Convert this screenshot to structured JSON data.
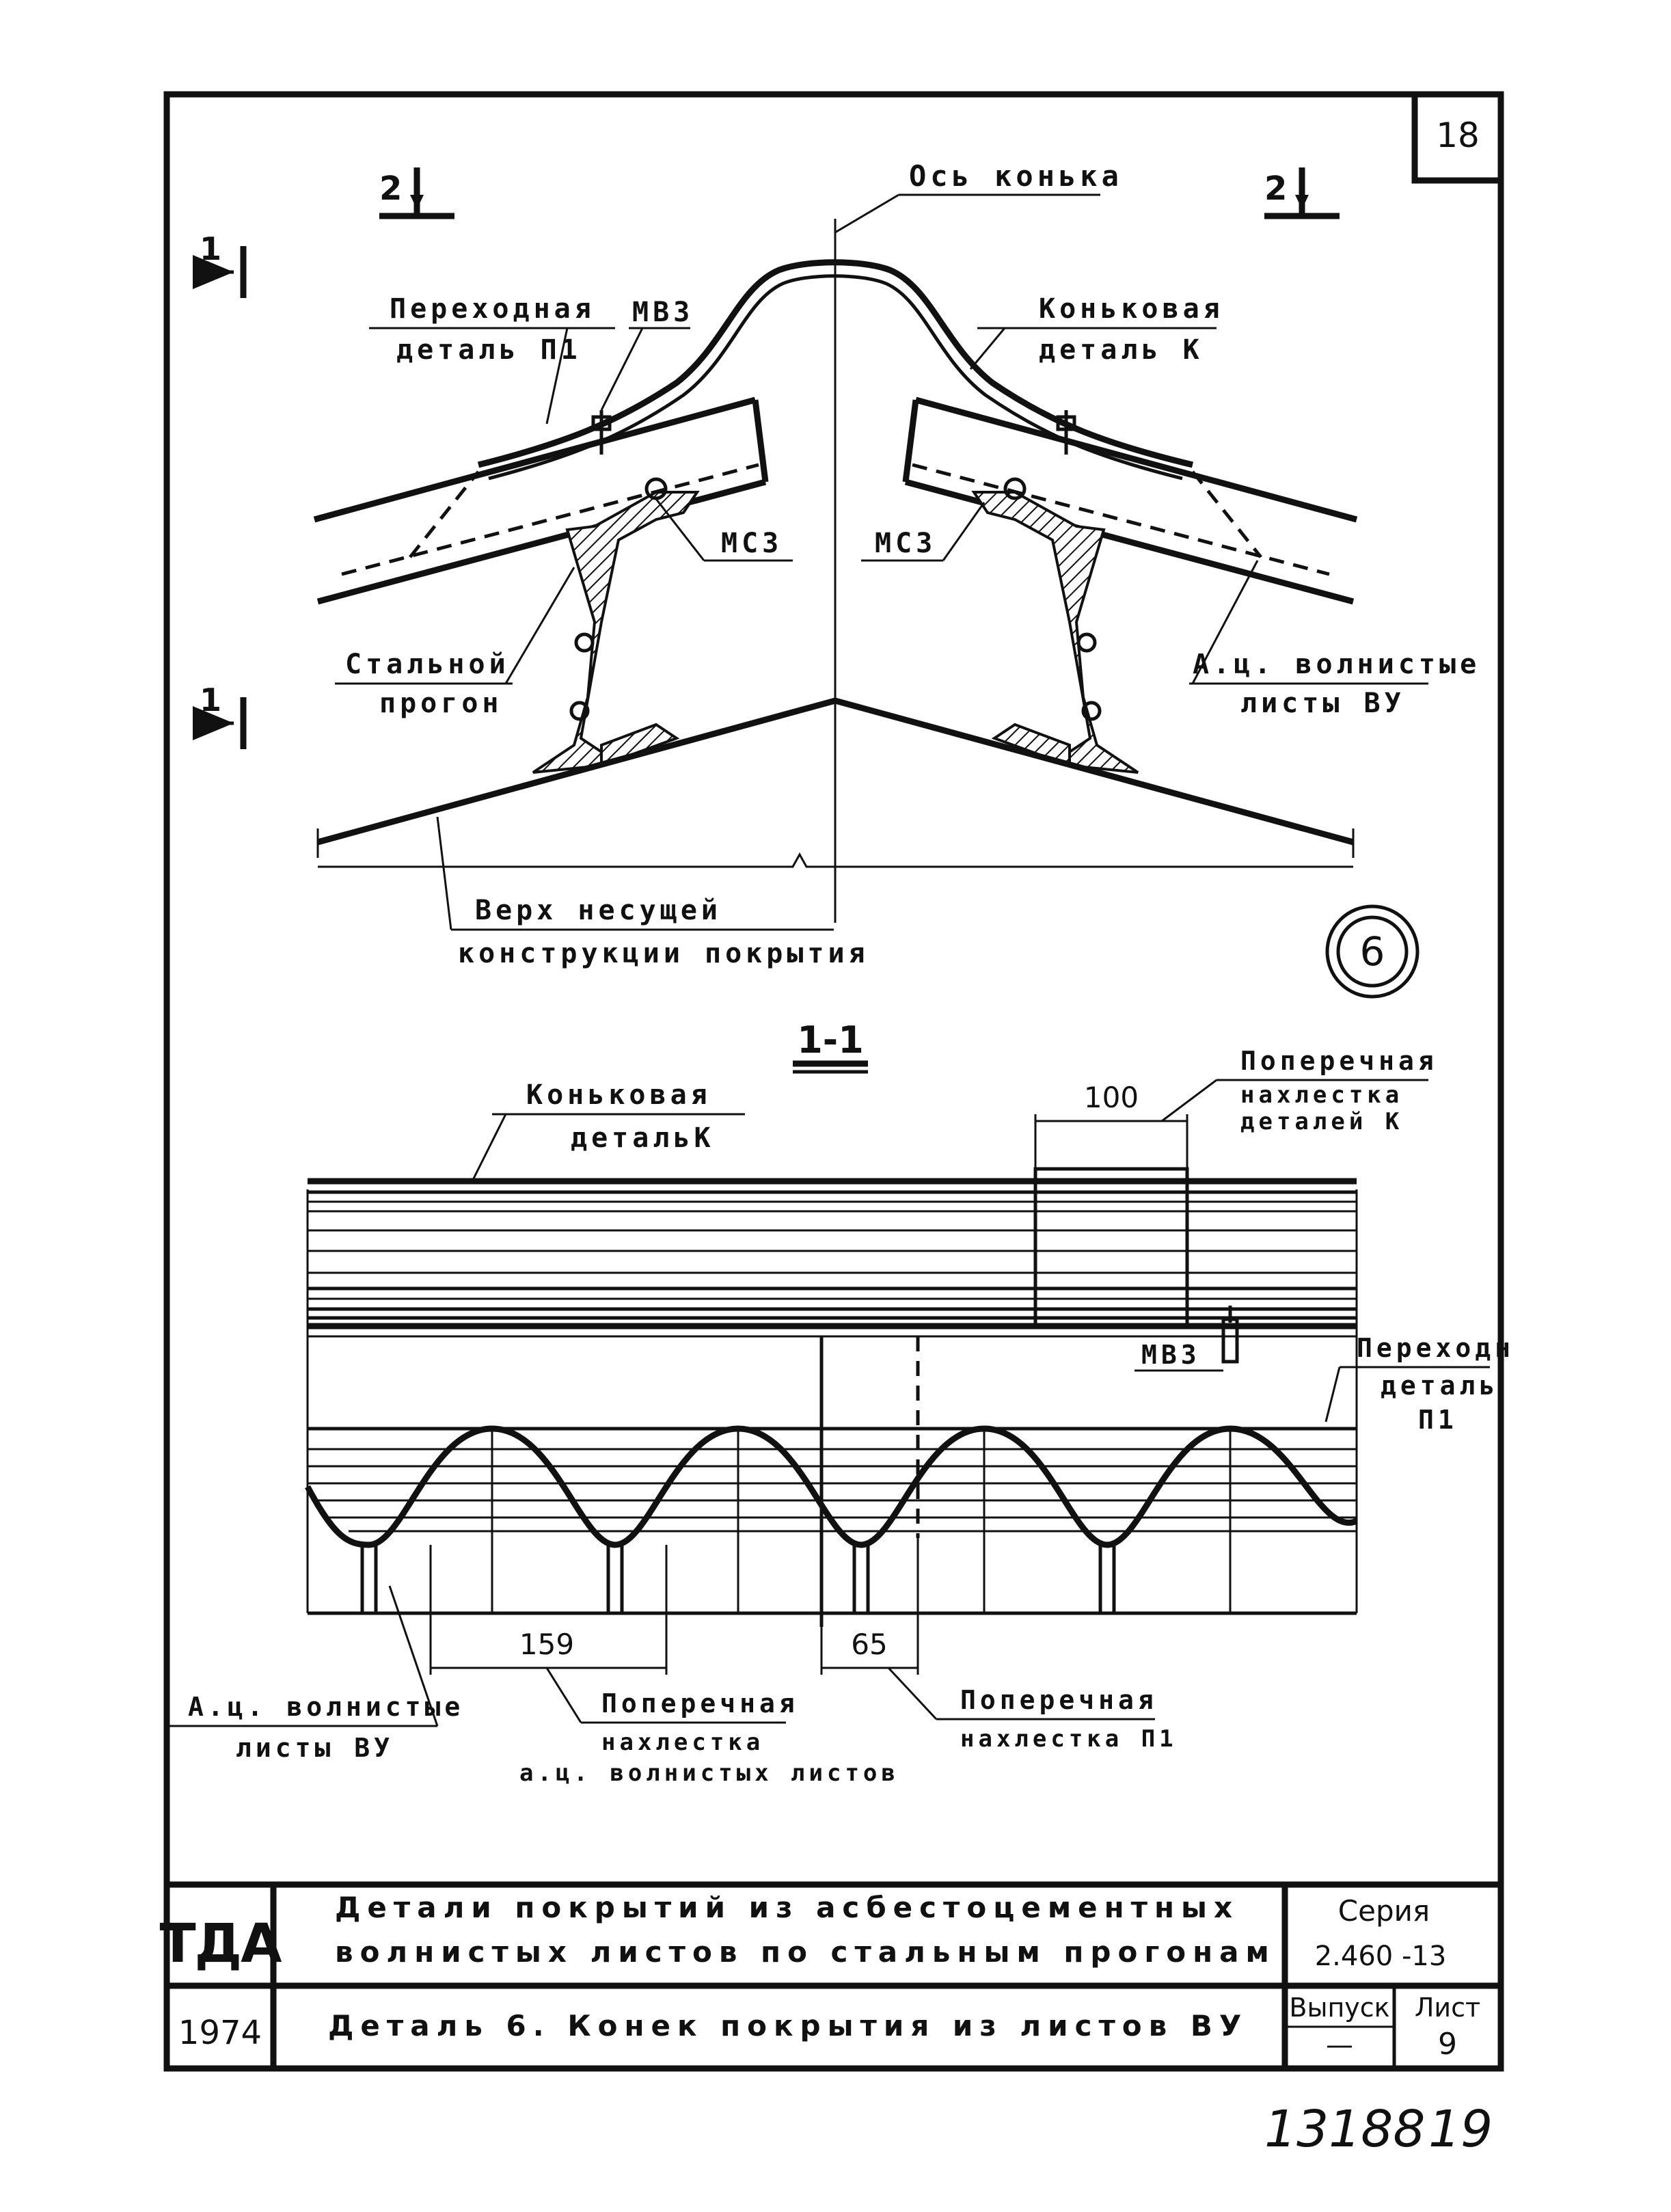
{
  "sheet": {
    "corner_number": "18",
    "detail_badge": "6",
    "handwritten_left": "13188",
    "handwritten_right": "19"
  },
  "section_view": {
    "cut_mark_top": "2",
    "cut_mark_left": "1",
    "ridge_axis": "Ось конька",
    "transition_part": [
      "Переходная",
      "деталь П1"
    ],
    "mvz_label": "МВЗ",
    "ridge_part": [
      "Коньковая",
      "деталь К"
    ],
    "msz_label": "МСЗ",
    "steel_purlin": [
      "Стальной",
      "прогон"
    ],
    "ac_sheets_right": [
      "А.ц. волнистые",
      "листы ВУ"
    ],
    "structure_top": [
      "Верх несущей",
      "конструкции покрытия"
    ]
  },
  "plan_view": {
    "title": "1-1",
    "ridge_part": [
      "Коньковая",
      "детальК"
    ],
    "dim_top": "100",
    "overlap_k": [
      "Поперечная",
      "нахлестка",
      "деталей К"
    ],
    "mvz_label": "МВЗ",
    "transition_part": [
      "Переходн",
      "деталь",
      "П1"
    ],
    "dim_159": "159",
    "dim_65": "65",
    "ac_sheets": [
      "А.ц. волнистые",
      "листы ВУ"
    ],
    "overlap_ac": [
      "Поперечная",
      "нахлестка",
      "а.ц. волнистых листов"
    ],
    "overlap_p1": [
      "Поперечная",
      "нахлестка П1"
    ]
  },
  "title_block": {
    "org": "ТДА",
    "year": "1974",
    "title_line1": "Детали покрытий из асбестоцементных",
    "title_line2": "волнистых листов по стальным прогонам",
    "subtitle": "Деталь 6. Конек покрытия из листов ВУ",
    "series_label": "Серия",
    "series_value": "2.460 -13",
    "issue_label": "Выпуск",
    "issue_value": "—",
    "sheet_label": "Лист",
    "sheet_value": "9"
  }
}
